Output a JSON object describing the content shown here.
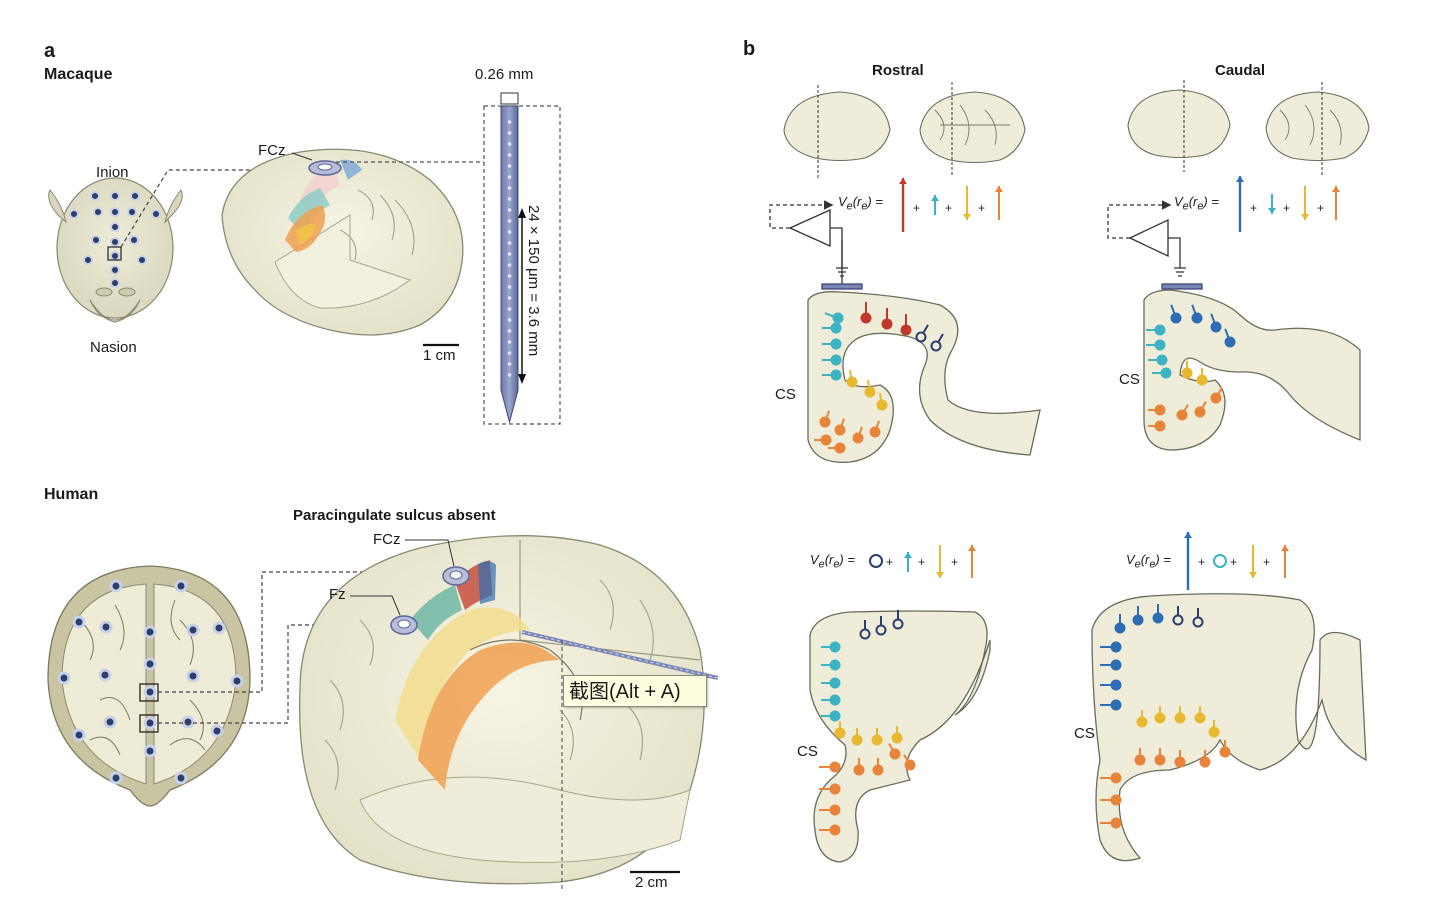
{
  "panel_a": {
    "letter": "a",
    "macaque": {
      "title": "Macaque",
      "inion": "Inion",
      "nasion": "Nasion",
      "electrode": "FCz",
      "scale_bar": "1 cm",
      "probe_width": "0.26 mm",
      "probe_length": "24 × 150 μm = 3.6 mm"
    },
    "human": {
      "title": "Human",
      "subtitle": "Paracingulate sulcus absent",
      "electrode_1": "FCz",
      "electrode_2": "Fz",
      "scale_bar": "2 cm"
    }
  },
  "panel_b": {
    "letter": "b",
    "rostral": "Rostral",
    "caudal": "Caudal",
    "cs_label": "CS",
    "equation_lhs": "V",
    "equation_sub": "e",
    "equation_arg": "(r",
    "equation_argsub": "e",
    "equation_close": ") ="
  },
  "colors": {
    "red": "#c0392b",
    "teal": "#3bb3c3",
    "yellow": "#e8b830",
    "orange": "#e8843a",
    "navy": "#2a3f6e",
    "blue": "#2e6db5",
    "tissue": "#efeedd",
    "outline": "#6b6b5a"
  },
  "tooltip": {
    "text": "截图(Alt + A)"
  }
}
